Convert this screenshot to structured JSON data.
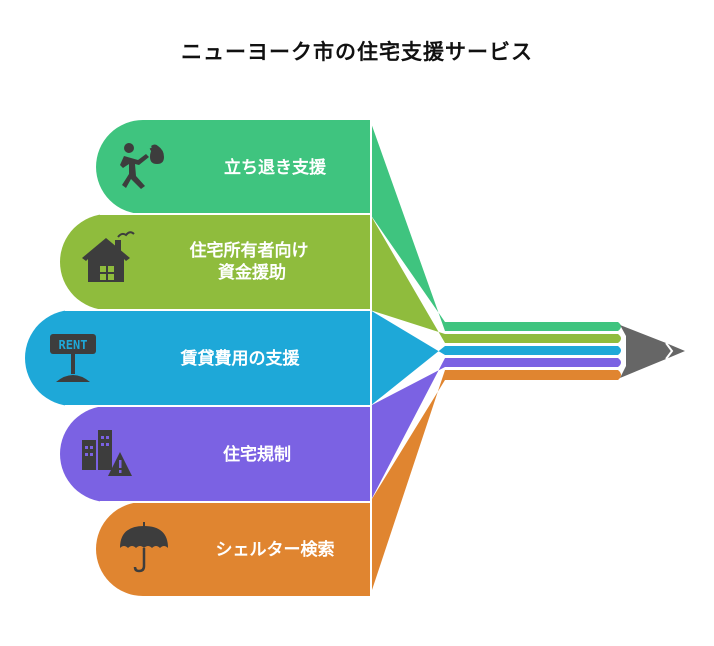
{
  "title": "ニューヨーク市の住宅支援サービス",
  "items": [
    {
      "lines": [
        "立ち退き支援"
      ],
      "icon": "eviction-running-person-icon",
      "color": "#3fc47f"
    },
    {
      "lines": [
        "住宅所有者向け",
        "資金援助"
      ],
      "icon": "house-icon",
      "color": "#8fbc3d"
    },
    {
      "lines": [
        "賃貸費用の支援"
      ],
      "icon": "rent-sign-icon",
      "icon_text": "RENT",
      "color": "#1ea8d8"
    },
    {
      "lines": [
        "住宅規制"
      ],
      "icon": "buildings-warning-icon",
      "color": "#7b62e3"
    },
    {
      "lines": [
        "シェルター検索"
      ],
      "icon": "umbrella-icon",
      "color": "#e08530"
    }
  ],
  "pencil_tip_color": "#666666",
  "icon_color": "#3d3d3d"
}
